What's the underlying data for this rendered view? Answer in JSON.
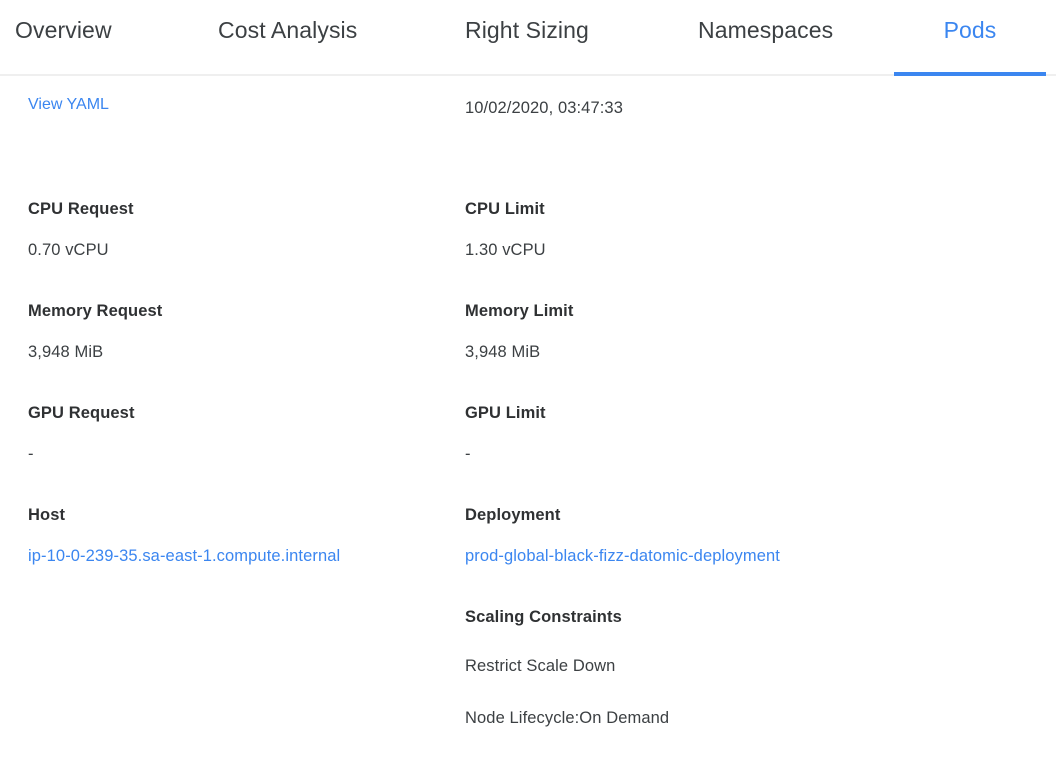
{
  "tabs": [
    {
      "label": "Overview",
      "active": false
    },
    {
      "label": "Cost Analysis",
      "active": false
    },
    {
      "label": "Right Sizing",
      "active": false
    },
    {
      "label": "Namespaces",
      "active": false
    },
    {
      "label": "Pods",
      "active": true
    }
  ],
  "colors": {
    "accent": "#3b86f0",
    "link": "#3b86f0",
    "text": "#3c4043",
    "label": "#2f3133",
    "divider": "#efefef"
  },
  "left_column": {
    "yaml_link": "View YAML",
    "fields": [
      {
        "label": "CPU Request",
        "value": "0.70 vCPU"
      },
      {
        "label": "Memory Request",
        "value": "3,948 MiB"
      },
      {
        "label": "GPU Request",
        "value": "-"
      },
      {
        "label": "Host",
        "value": "ip-10-0-239-35.sa-east-1.compute.internal"
      }
    ]
  },
  "right_column": {
    "timestamp": "10/02/2020, 03:47:33",
    "fields": [
      {
        "label": "CPU Limit",
        "value": "1.30 vCPU"
      },
      {
        "label": "Memory Limit",
        "value": "3,948 MiB"
      },
      {
        "label": "GPU Limit",
        "value": "-"
      },
      {
        "label": "Deployment",
        "value": "prod-global-black-fizz-datomic-deployment"
      }
    ],
    "scaling": {
      "label": "Scaling Constraints",
      "lines": [
        "Restrict Scale Down",
        "Node Lifecycle:On Demand"
      ]
    }
  }
}
